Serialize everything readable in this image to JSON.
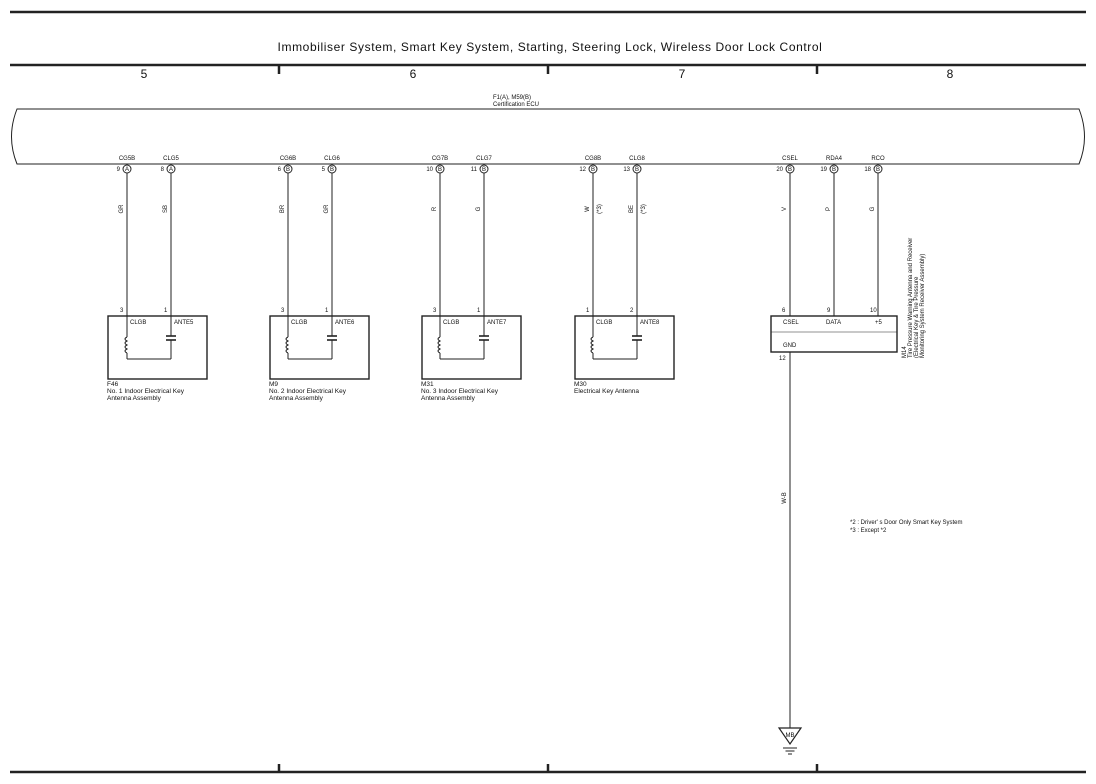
{
  "title": "Immobiliser System,  Smart Key System,  Starting,  Steering Lock,  Wireless Door Lock Control",
  "columns": [
    "5",
    "6",
    "7",
    "8"
  ],
  "ecu": {
    "code": "F1(A), M59(B)",
    "name": "Certification ECU",
    "pins": [
      {
        "label": "CG5B",
        "num": "9",
        "conn": "A"
      },
      {
        "label": "CLG5",
        "num": "8",
        "conn": "A"
      },
      {
        "label": "CG6B",
        "num": "6",
        "conn": "B"
      },
      {
        "label": "CLG6",
        "num": "5",
        "conn": "B"
      },
      {
        "label": "CG7B",
        "num": "10",
        "conn": "B"
      },
      {
        "label": "CLG7",
        "num": "11",
        "conn": "B"
      },
      {
        "label": "CG8B",
        "num": "12",
        "conn": "B"
      },
      {
        "label": "CLG8",
        "num": "13",
        "conn": "B"
      },
      {
        "label": "CSEL",
        "num": "20",
        "conn": "B"
      },
      {
        "label": "RDA4",
        "num": "19",
        "conn": "B"
      },
      {
        "label": "RCO",
        "num": "18",
        "conn": "B"
      }
    ]
  },
  "wires": [
    {
      "color": "GR",
      "note": ""
    },
    {
      "color": "SB",
      "note": ""
    },
    {
      "color": "BR",
      "note": ""
    },
    {
      "color": "GR",
      "note": ""
    },
    {
      "color": "R",
      "note": ""
    },
    {
      "color": "G",
      "note": ""
    },
    {
      "color": "W",
      "note": "(*3)"
    },
    {
      "color": "BE",
      "note": "(*3)"
    },
    {
      "color": "V",
      "note": ""
    },
    {
      "color": "P",
      "note": ""
    },
    {
      "color": "G",
      "note": ""
    }
  ],
  "antennas": [
    {
      "code": "F46",
      "name_line1": "No. 1 Indoor Electrical Key",
      "name_line2": "Antenna Assembly",
      "pin_left": "3",
      "pin_right": "1",
      "term_left": "CLGB",
      "term_right": "ANTE5"
    },
    {
      "code": "M9",
      "name_line1": "No. 2 Indoor Electrical Key",
      "name_line2": "Antenna Assembly",
      "pin_left": "3",
      "pin_right": "1",
      "term_left": "CLGB",
      "term_right": "ANTE6"
    },
    {
      "code": "M31",
      "name_line1": "No. 3 Indoor Electrical Key",
      "name_line2": "Antenna Assembly",
      "pin_left": "3",
      "pin_right": "1",
      "term_left": "CLGB",
      "term_right": "ANTE7"
    },
    {
      "code": "M30",
      "name_line1": "Electrical Key Antenna",
      "name_line2": "",
      "pin_left": "1",
      "pin_right": "2",
      "term_left": "CLGB",
      "term_right": "ANTE8"
    }
  ],
  "receiver": {
    "code": "M14",
    "name_line1": "Tire Pressure Warning Antenna and Receiver",
    "name_line2": "(Electrical Key & Tire Pressure",
    "name_line3": "Monitoring System Receiver Assembly)",
    "pins": [
      "6",
      "9",
      "10"
    ],
    "terms": [
      "CSEL",
      "DATA",
      "+5"
    ],
    "gnd_term": "GND",
    "gnd_pin": "12"
  },
  "ground_wire": "W-B",
  "ground_label": "MB",
  "notes": [
    "*2 : Driver' s Door Only Smart Key System",
    "*3 : Except *2"
  ]
}
